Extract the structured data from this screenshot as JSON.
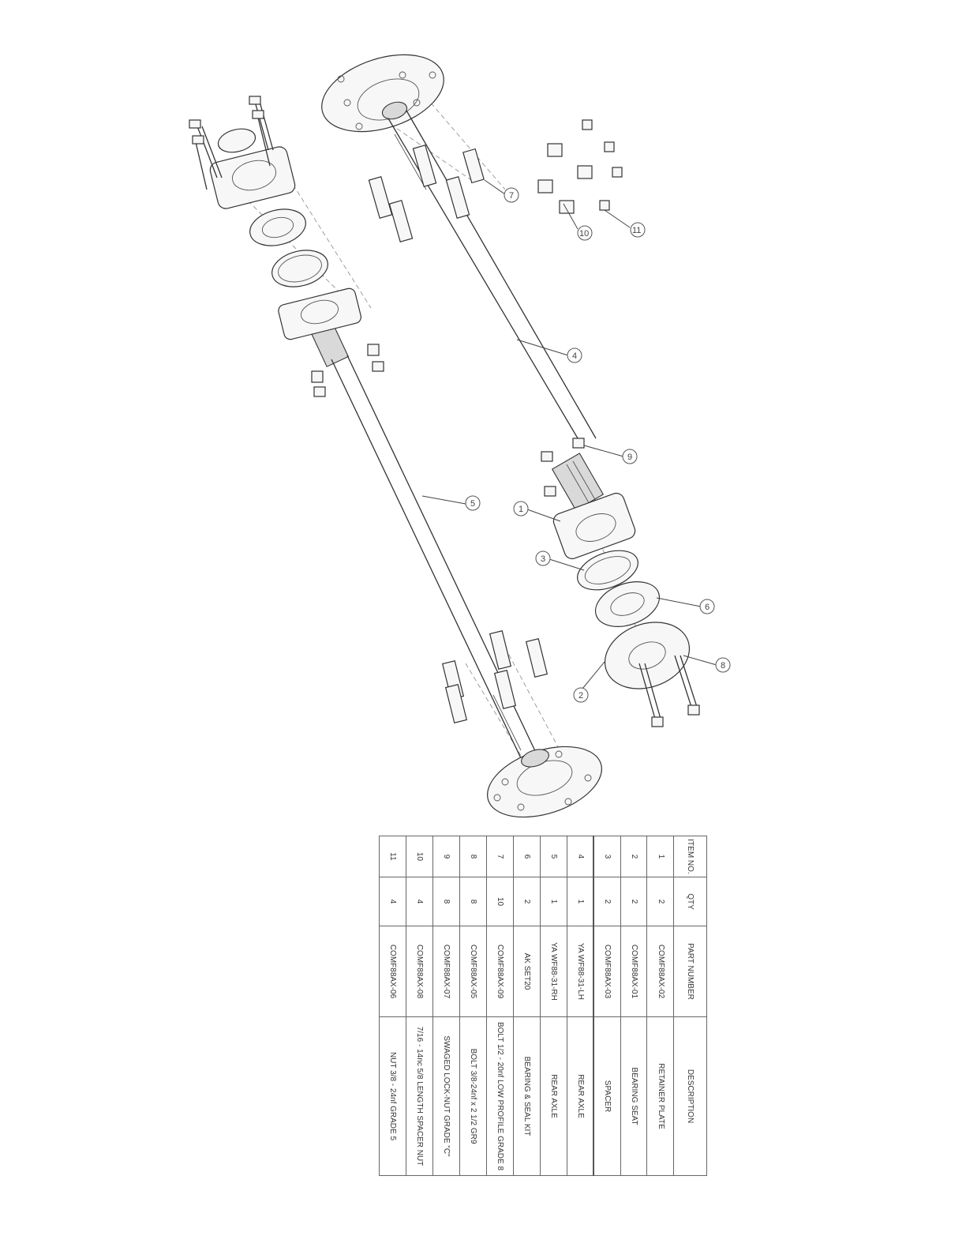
{
  "balloons": [
    "1",
    "2",
    "3",
    "4",
    "5",
    "6",
    "7",
    "8",
    "9",
    "10",
    "11"
  ],
  "bom": {
    "headers": [
      "ITEM NO.",
      "QTY",
      "PART NUMBER",
      "DESCRIPTION"
    ],
    "rows": [
      {
        "item": "1",
        "qty": "2",
        "part": "COMF88AX-02",
        "desc": "RETAINER PLATE"
      },
      {
        "item": "2",
        "qty": "2",
        "part": "COMF88AX-01",
        "desc": "BEARING SEAT"
      },
      {
        "item": "3",
        "qty": "2",
        "part": "COMF88AX-03",
        "desc": "SPACER"
      },
      {
        "item": "4",
        "qty": "1",
        "part": "YA WF88-31-LH",
        "desc": "REAR AXLE"
      },
      {
        "item": "5",
        "qty": "1",
        "part": "YA WF88-31-RH",
        "desc": "REAR AXLE"
      },
      {
        "item": "6",
        "qty": "2",
        "part": "AK SET20",
        "desc": "BEARING & SEAL KIT"
      },
      {
        "item": "7",
        "qty": "10",
        "part": "COMF88AX-09",
        "desc": "BOLT 1/2 - 20nf LOW PROFILE GRADE 8"
      },
      {
        "item": "8",
        "qty": "8",
        "part": "COMF88AX-05",
        "desc": "BOLT 3/8-24nf x 2 1/2 GR9"
      },
      {
        "item": "9",
        "qty": "8",
        "part": "COMF88AX-07",
        "desc": "SWAGED LOCK-NUT GRADE \"C\""
      },
      {
        "item": "10",
        "qty": "4",
        "part": "COMF88AX-08",
        "desc": "7/16 - 14nc 5/8 LENGTH SPACER NUT"
      },
      {
        "item": "11",
        "qty": "4",
        "part": "COMF88AX-06",
        "desc": "NUT 3/8 - 24nf GRADE 5"
      }
    ]
  }
}
